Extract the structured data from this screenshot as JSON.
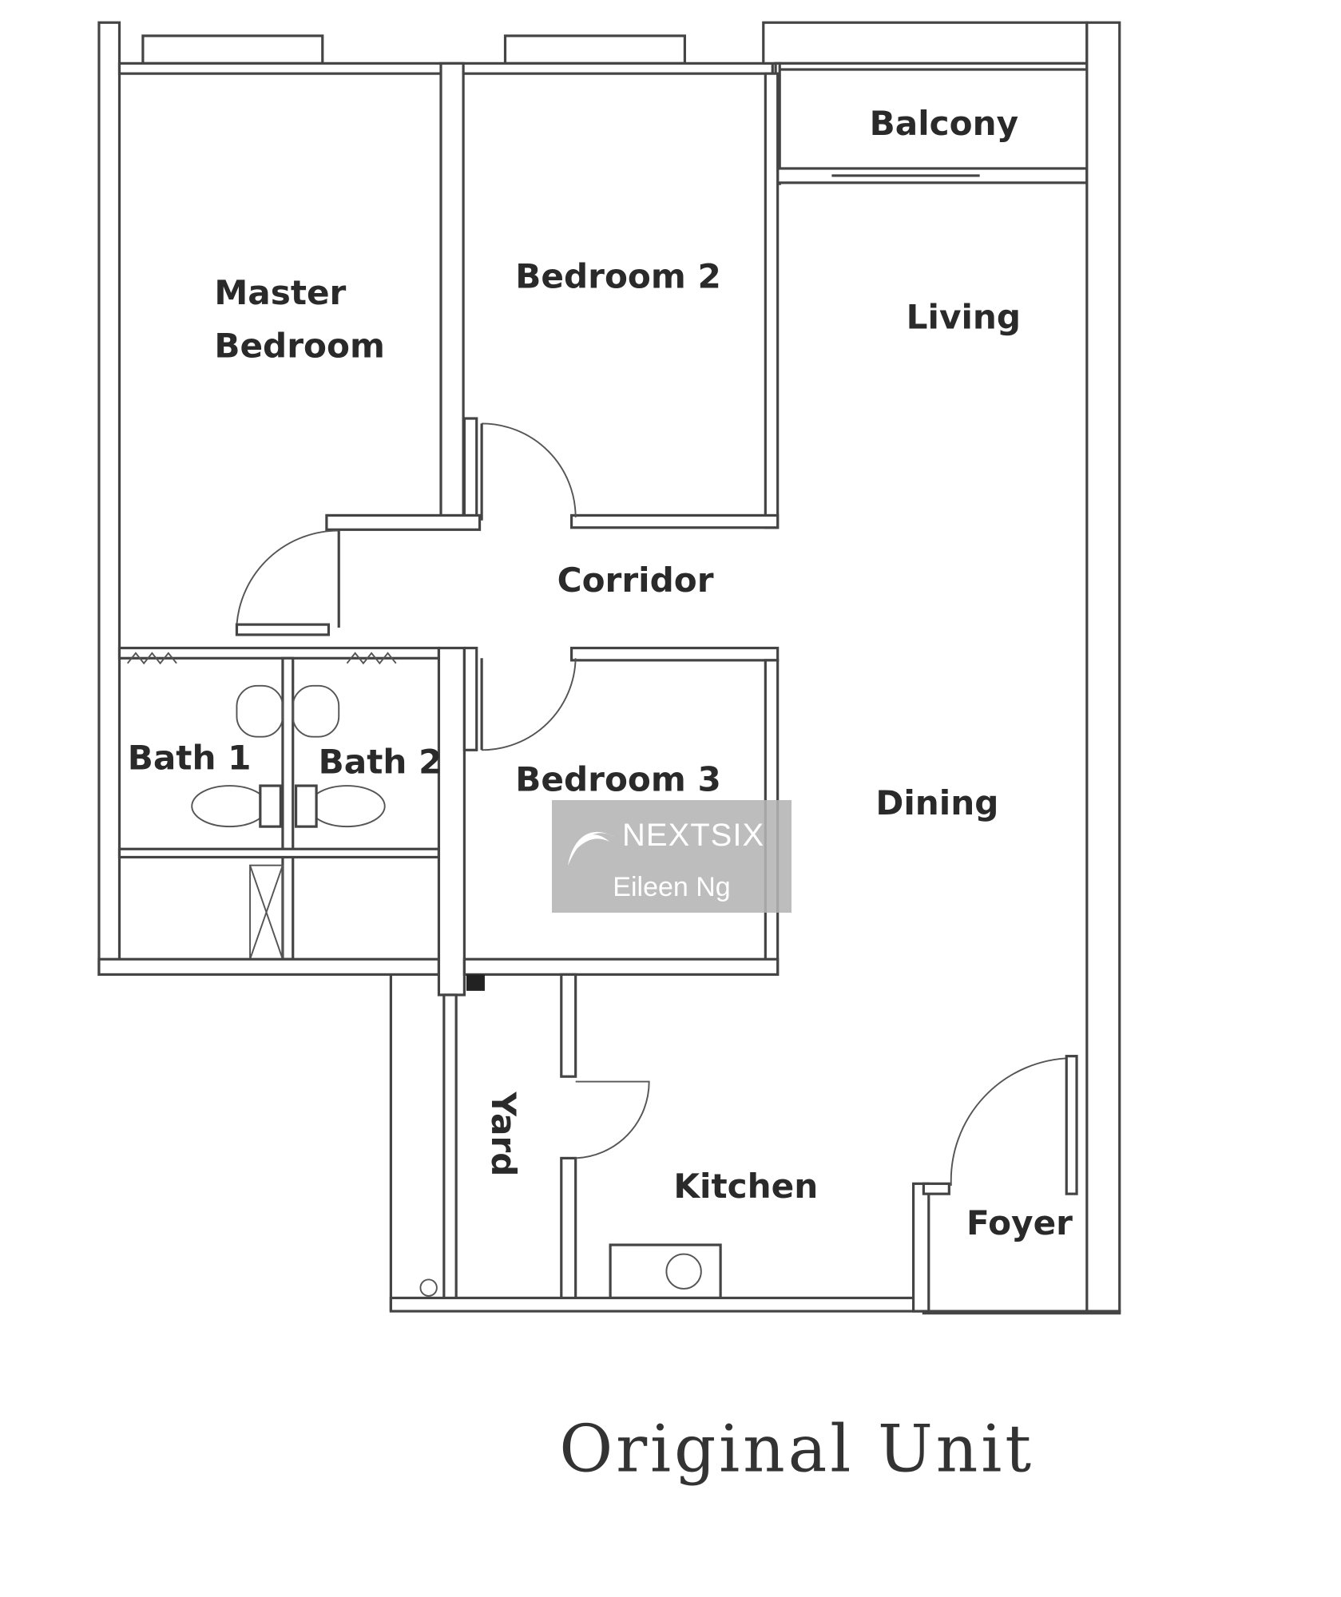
{
  "floor_plan": {
    "rooms": {
      "master_bedroom_line1": "Master",
      "master_bedroom_line2": "Bedroom",
      "bedroom2": "Bedroom 2",
      "balcony": "Balcony",
      "living": "Living",
      "corridor": "Corridor",
      "bath1": "Bath 1",
      "bath2": "Bath 2",
      "bedroom3": "Bedroom 3",
      "dining": "Dining",
      "yard": "Yard",
      "kitchen": "Kitchen",
      "foyer": "Foyer"
    },
    "title": "Original Unit"
  },
  "watermark": {
    "brand": "NEXTSIX",
    "agent": "Eileen Ng"
  }
}
